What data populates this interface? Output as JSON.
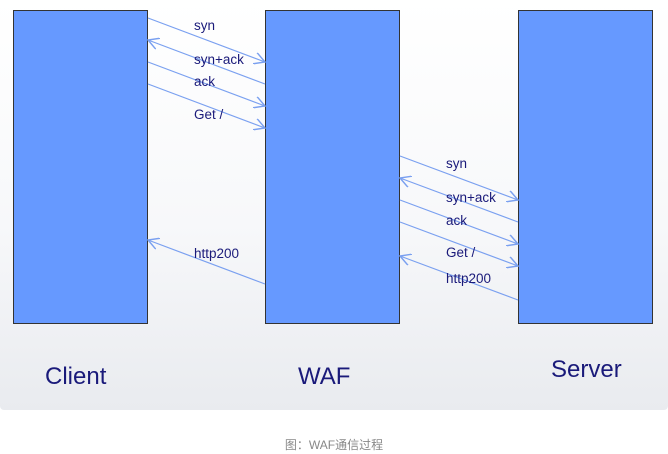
{
  "nodes": {
    "client": "Client",
    "waf": "WAF",
    "server": "Server"
  },
  "client_waf": [
    "syn",
    "syn+ack",
    "ack",
    "Get /",
    "http200"
  ],
  "waf_server": [
    "syn",
    "syn+ack",
    "ack",
    "Get /",
    "http200"
  ],
  "caption": "图：WAF通信过程",
  "colors": {
    "box": "#6699ff",
    "arrow": "#7aa0f0",
    "text": "#1a1a7a"
  }
}
